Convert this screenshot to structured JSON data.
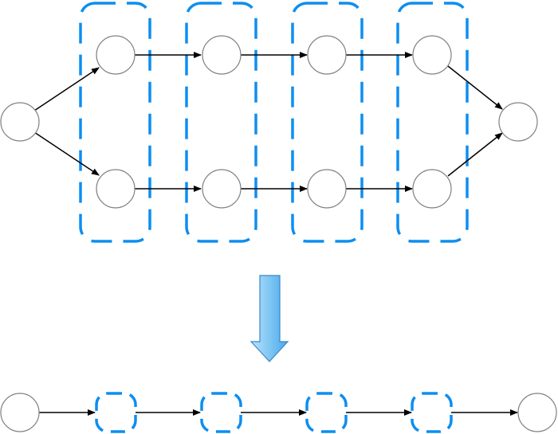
{
  "diagram": {
    "background_color": "#ffffff",
    "node_stroke_color": "#808080",
    "edge_color": "#000000",
    "group_outline_color": "#0d8ef0",
    "arrow_fill_top_color": "#b8e3fb",
    "arrow_fill_bottom_color": "#48a9ea",
    "arrow_stroke_color": "#3a86c8",
    "top_graph": {
      "node_count": 10,
      "edge_count": 12,
      "group_count": 4,
      "branch_count": 2,
      "stage_count": 4
    },
    "bottom_graph": {
      "node_count": 6,
      "edge_count": 5,
      "grouped_node_count": 4
    },
    "transformation_arrow": {
      "direction": "down",
      "icon": "down-arrow-icon"
    }
  }
}
